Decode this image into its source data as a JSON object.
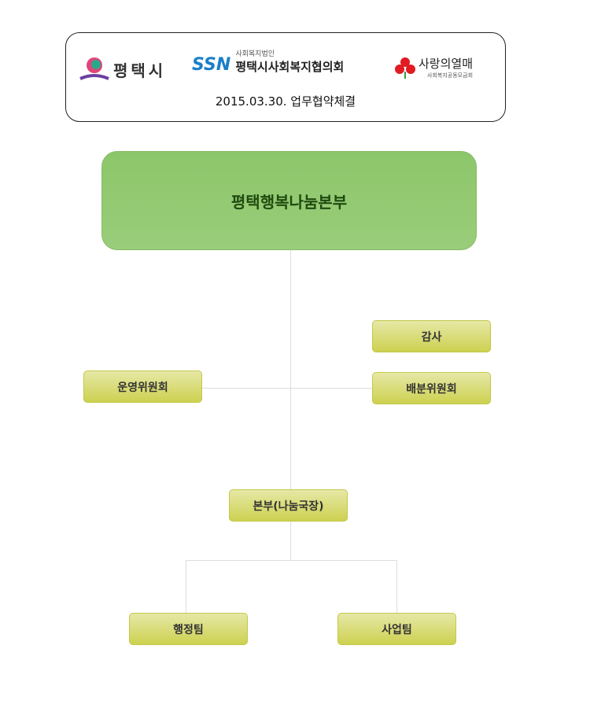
{
  "header": {
    "logo_pyeongtaek": "평택시",
    "logo_ssn_abbr": "SSN",
    "logo_ssn_sub": "사회복지법인",
    "logo_ssn_name": "평택시사회복지협의회",
    "logo_love_name": "사랑의열매",
    "logo_love_sub": "사회복지공동모금회",
    "date_text": "2015.03.30. 업무협약체결"
  },
  "org": {
    "root": "평택행복나눔본부",
    "audit": "감사",
    "steering": "운영위원회",
    "distribution": "배분위원회",
    "hq": "본부(나눔국장)",
    "admin_team": "행정팀",
    "business_team": "사업팀"
  }
}
